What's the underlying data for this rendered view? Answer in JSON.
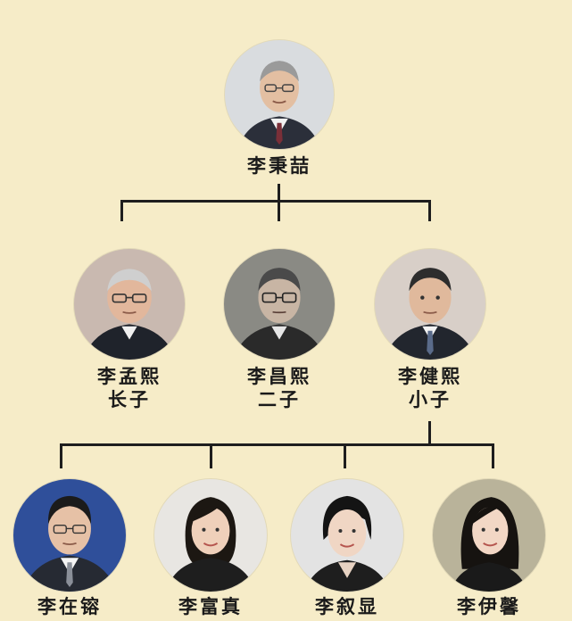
{
  "colors": {
    "background": "#f6ecc8",
    "connector": "#1e1e1e"
  },
  "root": {
    "name": "李秉喆",
    "portrait_icon": "elderly-man-portrait-icon",
    "portrait_bg": "#d9dcdf"
  },
  "sons": [
    {
      "name": "李孟熙",
      "role": "长子",
      "portrait_icon": "man-glasses-portrait-icon",
      "portrait_bg": "#c9b9b0"
    },
    {
      "name": "李昌熙",
      "role": "二子",
      "portrait_icon": "man-glasses-portrait-icon",
      "portrait_bg": "#8a8a84"
    },
    {
      "name": "李健熙",
      "role": "小子",
      "portrait_icon": "man-portrait-icon",
      "portrait_bg": "#d8cfc8"
    }
  ],
  "grandchildren": [
    {
      "name": "李在镕",
      "portrait_icon": "man-suit-portrait-icon",
      "portrait_bg": "#2f4f9a"
    },
    {
      "name": "李富真",
      "portrait_icon": "woman-portrait-icon",
      "portrait_bg": "#e8e6e2"
    },
    {
      "name": "李叙显",
      "portrait_icon": "woman-portrait-icon",
      "portrait_bg": "#e3e3e3"
    },
    {
      "name": "李伊馨",
      "portrait_icon": "woman-long-hair-portrait-icon",
      "portrait_bg": "#b9b39a"
    }
  ]
}
